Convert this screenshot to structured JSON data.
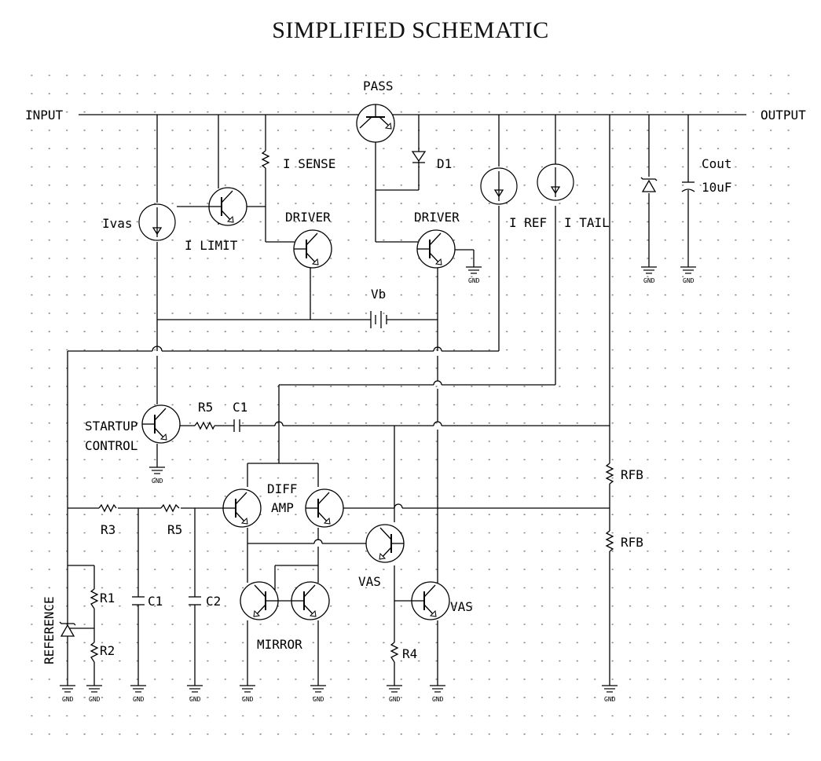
{
  "title": "SIMPLIFIED SCHEMATIC",
  "labels": {
    "input": "INPUT",
    "output": "OUTPUT",
    "pass": "PASS",
    "i_sense": "I SENSE",
    "d1": "D1",
    "cout": "Cout",
    "cout_val": "10uF",
    "ivas": "Ivas",
    "i_limit": "I LIMIT",
    "driver1": "DRIVER",
    "driver2": "DRIVER",
    "i_ref": "I REF",
    "i_tail": "I TAIL",
    "vb": "Vb",
    "startup1": "STARTUP",
    "startup2": "CONTROL",
    "r5a": "R5",
    "c1a": "C1",
    "diff1": "DIFF",
    "diff2": "AMP",
    "rfb1": "RFB",
    "rfb2": "RFB",
    "r3": "R3",
    "r5b": "R5",
    "r1": "R1",
    "r2": "R2",
    "c1b": "C1",
    "c2": "C2",
    "vas1": "VAS",
    "vas2": "VAS",
    "mirror": "MIRROR",
    "r4": "R4",
    "reference": "REFERENCE",
    "gnd": "GND"
  }
}
